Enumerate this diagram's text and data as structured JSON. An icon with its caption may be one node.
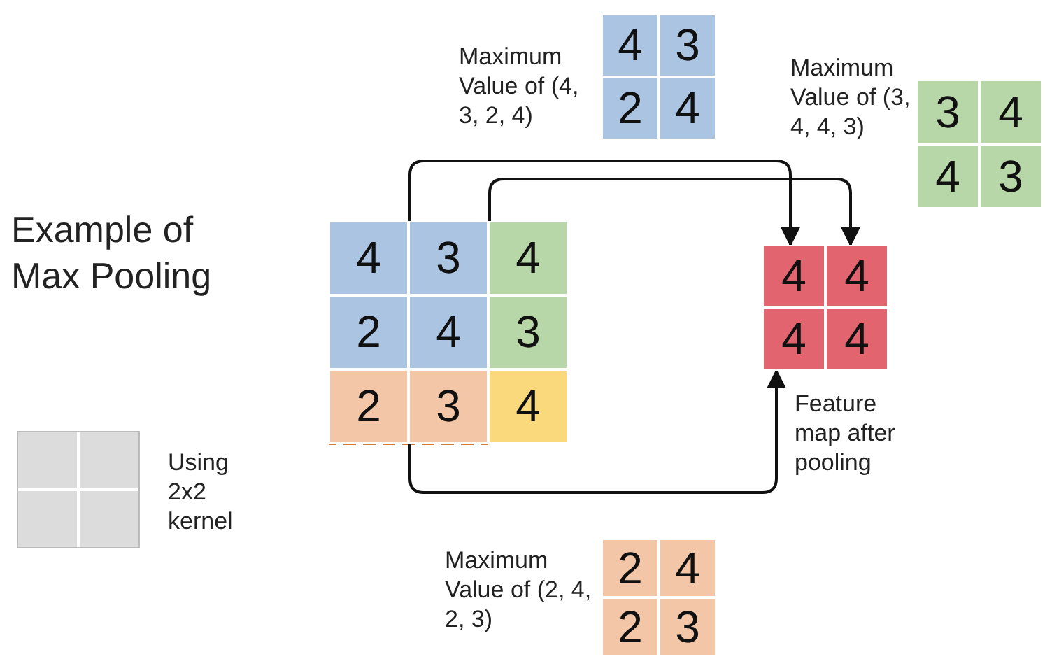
{
  "diagram": {
    "title": "Example of Max Pooling",
    "nodes": [
      {
        "text": [
          "4",
          "3",
          "2",
          "4"
        ],
        "beside": [
          "Maximum Value of (4, 3, 2, 4)"
        ]
      },
      {
        "text": [
          "3",
          "4",
          "4",
          "3"
        ],
        "beside": [
          "Maximum Value of (3, 4, 4, 3)"
        ]
      },
      {
        "text": [
          "4",
          "3",
          "4",
          "2",
          "4",
          "3",
          "2",
          "3",
          "4"
        ]
      },
      {
        "text": [
          "4",
          "4",
          "4",
          "4"
        ],
        "beside": [
          "Feature map after pooling"
        ]
      },
      {
        "text": [
          "2",
          "4",
          "2",
          "3"
        ],
        "beside": [
          "Maximum Value of (2, 4, 2, 3)"
        ]
      }
    ],
    "edges": [
      {
        "from": 2,
        "to": 3,
        "arrow": "to"
      },
      {
        "from": 2,
        "to": 3,
        "arrow": "to"
      },
      {
        "from": 2,
        "to": 3,
        "arrow": "to"
      }
    ],
    "legend": [
      {
        "text": "Using 2x2 kernel"
      }
    ]
  }
}
